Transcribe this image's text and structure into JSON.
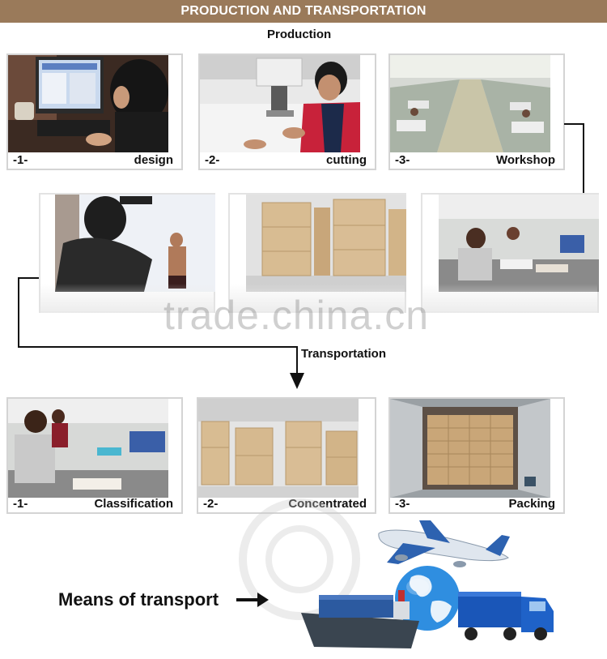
{
  "header": {
    "title": "PRODUCTION AND TRANSPORTATION"
  },
  "production": {
    "label": "Production",
    "steps": [
      {
        "num": "-1-",
        "name": "design"
      },
      {
        "num": "-2-",
        "name": "cutting"
      },
      {
        "num": "-3-",
        "name": "Workshop"
      }
    ]
  },
  "transportation": {
    "label": "Transportation",
    "steps": [
      {
        "num": "-1-",
        "name": "Classification"
      },
      {
        "num": "-2-",
        "name": "Concentrated"
      },
      {
        "num": "-3-",
        "name": "Packing"
      }
    ]
  },
  "watermark": "trade.china.cn",
  "means": {
    "label": "Means of transport"
  }
}
